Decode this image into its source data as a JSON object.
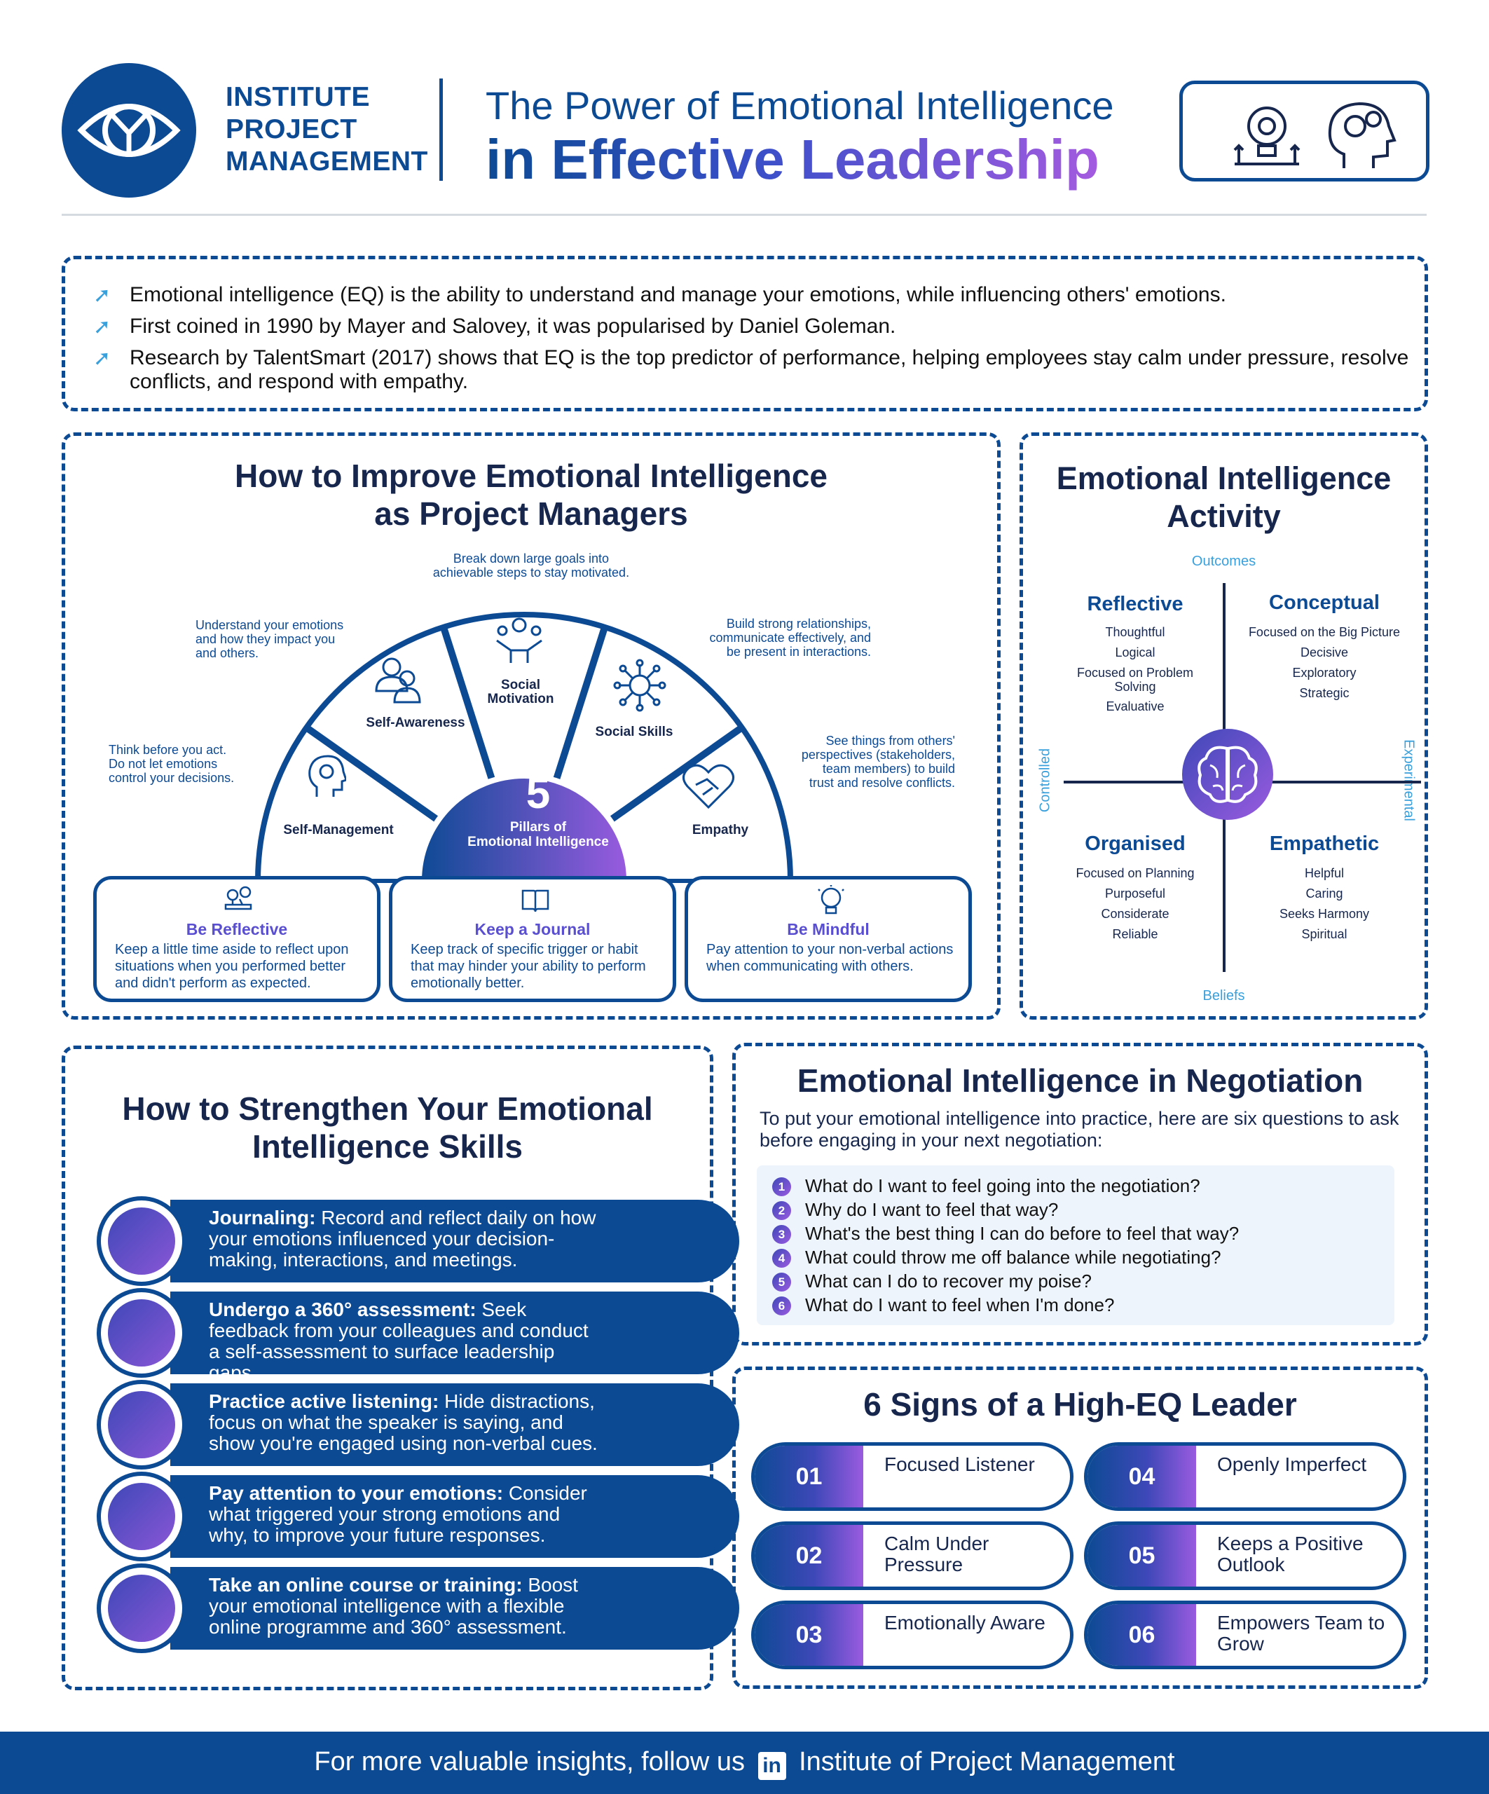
{
  "header": {
    "logo_text": [
      "INSTITUTE",
      "PROJECT",
      "MANAGEMENT"
    ],
    "title_line1": "The Power of Emotional Intelligence",
    "title_line2": "in Effective Leadership",
    "icons": [
      "lightbulb-gear-icon",
      "head-gears-icon"
    ]
  },
  "intro": {
    "items": [
      "Emotional intelligence (EQ) is the ability to understand and manage your emotions, while influencing others' emotions.",
      "First coined in 1990 by Mayer and Salovey, it was popularised by Daniel Goleman.",
      "Research by TalentSmart (2017) shows that EQ is the top predictor of performance, helping employees stay calm under pressure, resolve conflicts, and respond with empathy."
    ]
  },
  "improve": {
    "title": [
      "How to Improve Emotional Intelligence",
      "as Project Managers"
    ],
    "center_number": "5",
    "center_label": [
      "Pillars of",
      "Emotional Intelligence"
    ],
    "pillars": [
      {
        "label": "Self-Management",
        "note": [
          "Think before you act.",
          "Do not let emotions",
          "control your decisions."
        ]
      },
      {
        "label": "Self-Awareness",
        "note": [
          "Understand your emotions",
          "and how they impact you",
          "and others."
        ]
      },
      {
        "label": "Social Motivation",
        "note": [
          "Break down large goals into",
          "achievable steps to stay motivated."
        ]
      },
      {
        "label": "Social Skills",
        "note": [
          "Build strong relationships,",
          "communicate effectively, and",
          "be present in interactions."
        ]
      },
      {
        "label": "Empathy",
        "note": [
          "See things from others'",
          "perspectives (stakeholders,",
          "team members) to build",
          "trust and resolve conflicts."
        ]
      }
    ],
    "tips": [
      {
        "title": "Be Reflective",
        "desc": "Keep a little time aside to reflect upon situations when you performed better and didn't perform as expected."
      },
      {
        "title": "Keep a Journal",
        "desc": "Keep track of specific trigger or habit that may hinder your ability to perform emotionally better."
      },
      {
        "title": "Be Mindful",
        "desc": "Pay attention to your non-verbal actions when communicating with others."
      }
    ]
  },
  "activity": {
    "title": [
      "Emotional Intelligence",
      "Activity"
    ],
    "axes": {
      "top": "Outcomes",
      "bottom": "Beliefs",
      "left": "Controlled",
      "right": "Experimental"
    },
    "quadrants": [
      {
        "title": "Reflective",
        "items": [
          "Thoughtful",
          "Logical",
          "Focused on Problem Solving",
          "Evaluative"
        ]
      },
      {
        "title": "Conceptual",
        "items": [
          "Focused on the Big Picture",
          "Decisive",
          "Exploratory",
          "Strategic"
        ]
      },
      {
        "title": "Organised",
        "items": [
          "Focused on Planning",
          "Purposeful",
          "Considerate",
          "Reliable"
        ]
      },
      {
        "title": "Empathetic",
        "items": [
          "Helpful",
          "Caring",
          "Seeks Harmony",
          "Spiritual"
        ]
      }
    ]
  },
  "strengthen": {
    "title": [
      "How to Strengthen Your Emotional",
      "Intelligence Skills"
    ],
    "items": [
      {
        "head": "Journaling:",
        "body": "Record and reflect daily on how your emotions influenced your decision-making, interactions, and meetings."
      },
      {
        "head": "Undergo a 360° assessment:",
        "body": "Seek feedback from your colleagues and conduct a self-assessment to surface leadership gaps."
      },
      {
        "head": "Practice active listening:",
        "body": "Hide distractions, focus on what the speaker is saying, and show you're engaged using non-verbal cues."
      },
      {
        "head": "Pay attention to your emotions:",
        "body": "Consider what triggered your strong emotions and why, to improve your future responses."
      },
      {
        "head": "Take an online course or training:",
        "body": "Boost your emotional intelligence with a flexible online programme and 360° assessment."
      }
    ]
  },
  "negotiation": {
    "title": "Emotional Intelligence in Negotiation",
    "intro": "To put your emotional intelligence into practice, here are six questions to ask before engaging in your next negotiation:",
    "questions": [
      "What do I want to feel going into the negotiation?",
      "Why do I want to feel that way?",
      "What's the best thing I can do before to feel that way?",
      "What could throw me off balance while negotiating?",
      "What can I do to recover my poise?",
      "What do I want to feel when I'm done?"
    ],
    "question_numbers": [
      "1",
      "2",
      "3",
      "4",
      "5",
      "6"
    ]
  },
  "signs": {
    "title": "6 Signs of a High-EQ Leader",
    "items": [
      {
        "num": "01",
        "text": "Focused Listener"
      },
      {
        "num": "02",
        "text": "Calm Under Pressure"
      },
      {
        "num": "03",
        "text": "Emotionally Aware"
      },
      {
        "num": "04",
        "text": "Openly Imperfect"
      },
      {
        "num": "05",
        "text": "Keeps a Positive Outlook"
      },
      {
        "num": "06",
        "text": "Empowers Team to Grow"
      }
    ]
  },
  "footer": {
    "text_before": "For more valuable insights, follow us",
    "linkedin": "in",
    "text_after": "Institute of Project Management"
  },
  "colors": {
    "navy": "#16264d",
    "brand_blue": "#0d4a94",
    "accent_cyan": "#3aa0dc",
    "accent_purple": "#9a5be0"
  }
}
